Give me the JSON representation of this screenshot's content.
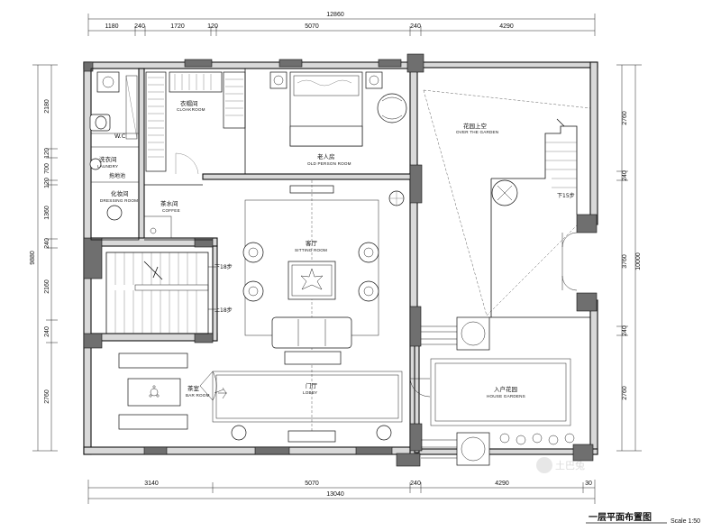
{
  "title": "一层平面布置图",
  "scale": "Scale  1:50",
  "top_dims": {
    "total": "12860",
    "segments": [
      "1180",
      "240",
      "1720",
      "120",
      "5070",
      "240",
      "4290"
    ]
  },
  "bottom_dims": {
    "total": "13040",
    "segments": [
      "3140",
      "5070",
      "240",
      "4290",
      "30"
    ]
  },
  "left_dims": {
    "total": "9880",
    "segments": [
      "2180",
      "120",
      "700",
      "120",
      "1360",
      "240",
      "2160",
      "240",
      "2760"
    ]
  },
  "right_dims": {
    "total": "10000",
    "segments": [
      "2760",
      "240",
      "3760",
      "240",
      "2760"
    ]
  },
  "rooms": {
    "cloakroom": {
      "zh": "衣帽间",
      "en": "CLOAKROOM"
    },
    "old_person_room": {
      "zh": "老人房",
      "en": "OLD PERSON ROOM"
    },
    "garden_upper": {
      "zh": "花园上空",
      "en": "OVER THE GARDEN"
    },
    "wc": {
      "zh": "W.C",
      "en": ""
    },
    "laundry": {
      "zh": "洗衣间",
      "en": "LAUNDRY"
    },
    "mop_pool": {
      "zh": "拖地池",
      "en": ""
    },
    "dressing_room": {
      "zh": "化妆间",
      "en": "DRESSING ROOM"
    },
    "tea_room_upper": {
      "zh": "茶水间",
      "en": "COFFEE"
    },
    "sitting_room": {
      "zh": "客厅",
      "en": "SITTING ROOM"
    },
    "tea_room": {
      "zh": "茶室",
      "en": "BAR ROOM"
    },
    "lobby": {
      "zh": "门厅",
      "en": "LOBBY"
    },
    "house_gardens": {
      "zh": "入户花园",
      "en": "HOUSE GARDENS"
    }
  },
  "notes": {
    "stair_down": "下18步",
    "stair_up": "上18步",
    "garden_down": "下15步"
  },
  "watermark": "土巴兔"
}
